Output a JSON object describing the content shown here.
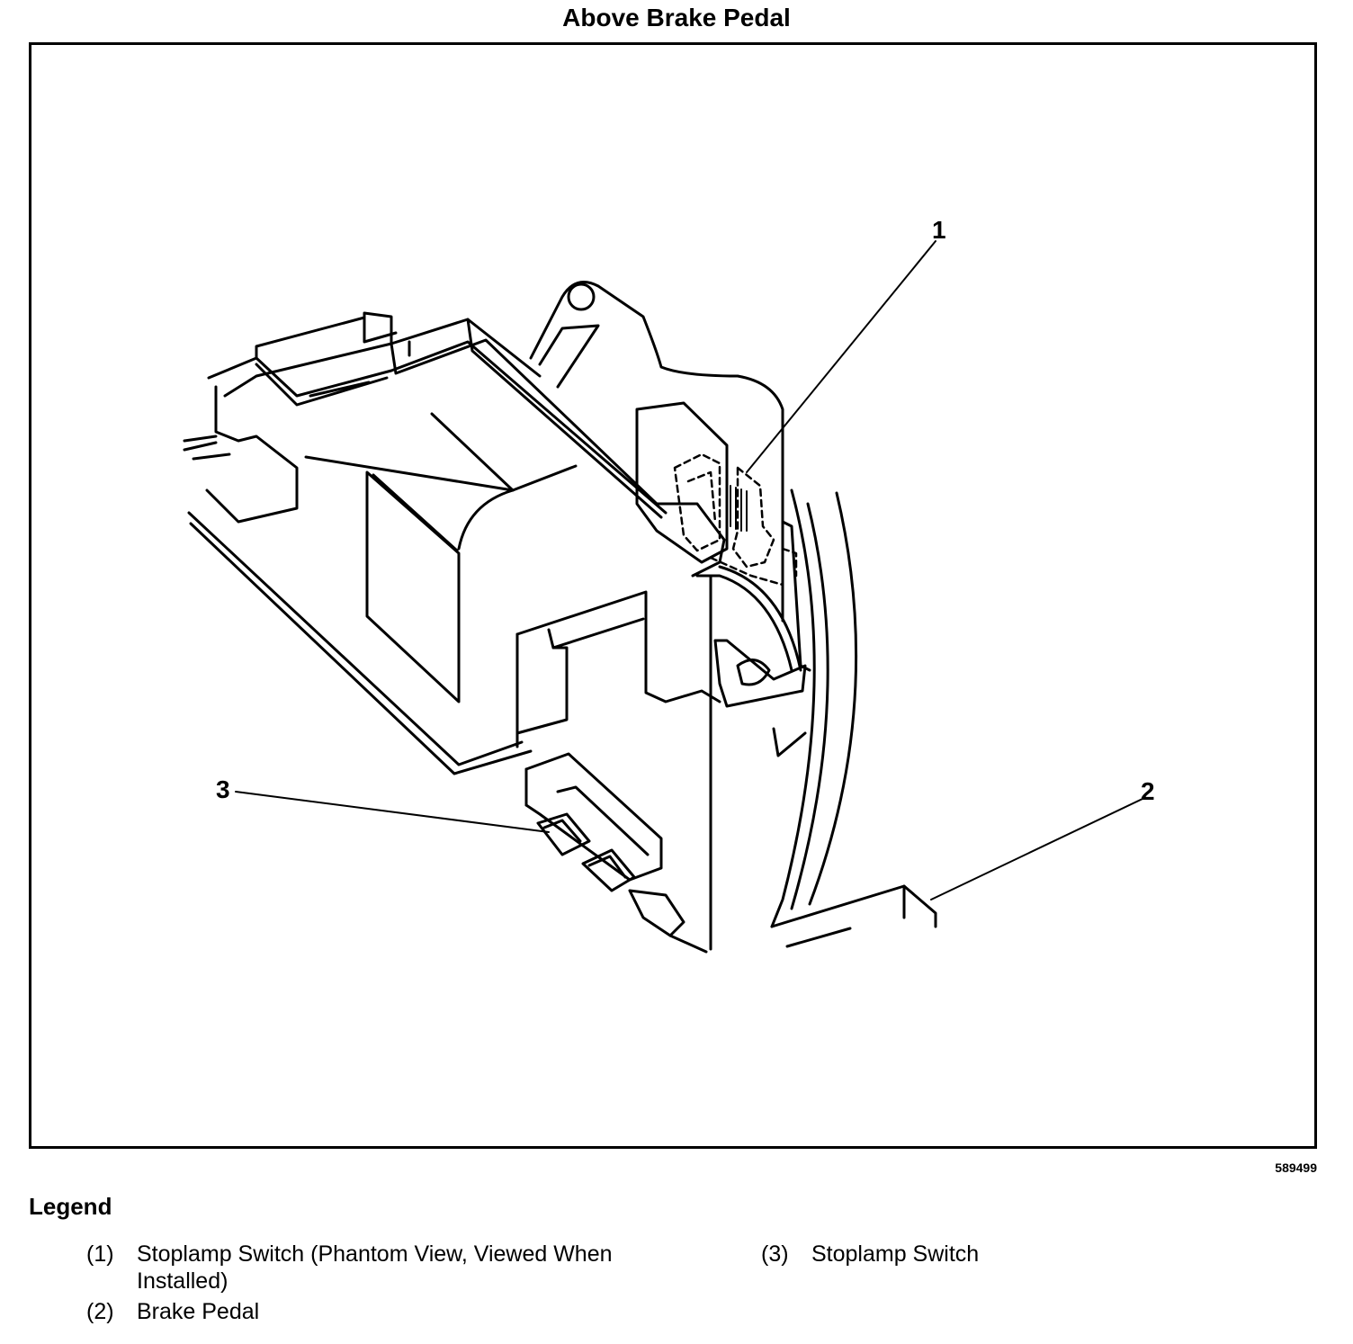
{
  "title": "Above Brake Pedal",
  "callouts": {
    "c1": "1",
    "c2": "2",
    "c3": "3"
  },
  "figure_id": "589499",
  "legend": {
    "heading": "Legend",
    "items": [
      {
        "num": "(1)",
        "label": "Stoplamp Switch (Phantom View, Viewed When Installed)"
      },
      {
        "num": "(2)",
        "label": "Brake Pedal"
      },
      {
        "num": "(3)",
        "label": "Stoplamp Switch"
      }
    ]
  }
}
